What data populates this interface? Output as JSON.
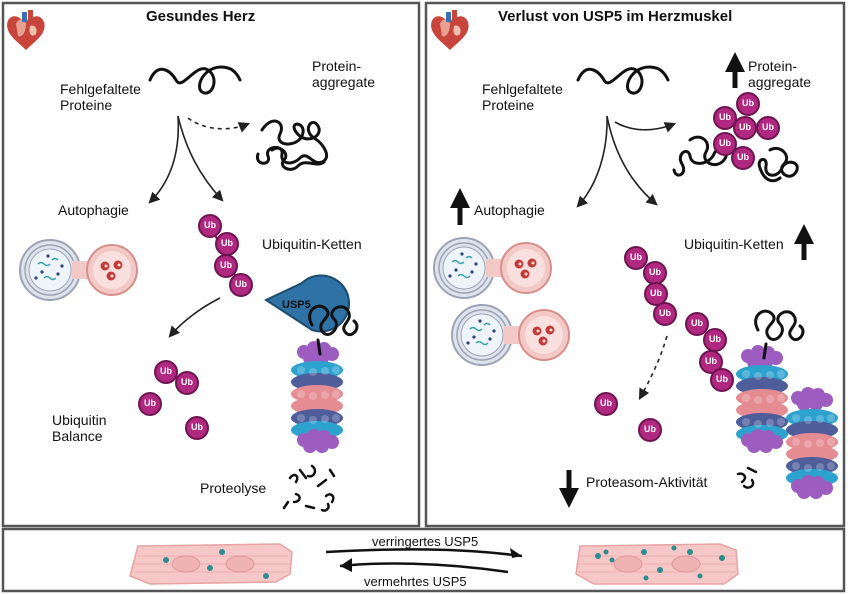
{
  "left_panel": {
    "title": "Gesundes Herz",
    "misfolded": "Fehlgefaltete\nProteine",
    "aggregates": "Protein-\naggregate",
    "autophagy": "Autophagie",
    "ubiquitin_chains": "Ubiquitin-Ketten",
    "ubiquitin_balance": "Ubiquitin\nBalance",
    "proteolysis": "Proteolyse",
    "usp5_label": "USP5"
  },
  "right_panel": {
    "title": "Verlust von USP5 im Herzmuskel",
    "misfolded": "Fehlgefaltete\nProteine",
    "aggregates": "Protein-\naggregate",
    "autophagy": "Autophagie",
    "ubiquitin_chains": "Ubiquitin-Ketten",
    "proteasome_activity": "Proteasom-Aktivität"
  },
  "ub_label": "Ub",
  "bottom": {
    "decreased": "verringertes USP5",
    "increased": "vermehrtes USP5"
  },
  "colors": {
    "ubiquitin": "#b0287f",
    "usp5": "#2f73a6",
    "proteasome_blue": "#2da2cf",
    "proteasome_navy": "#4e5e9b",
    "proteasome_pink": "#e58c93",
    "proteasome_purple": "#9c5cc0",
    "cell": "#f6c7c7"
  }
}
